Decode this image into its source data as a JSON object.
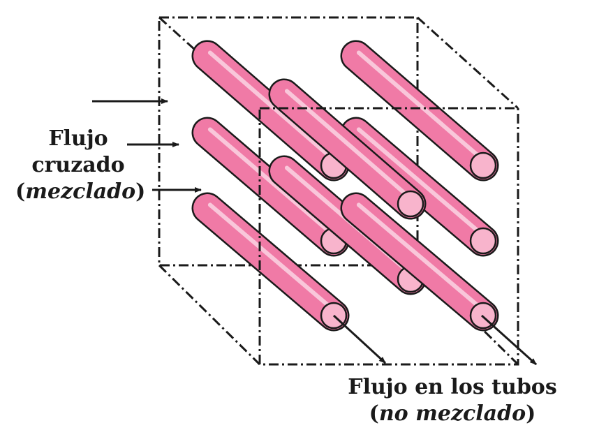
{
  "labels": {
    "cross_flow": {
      "line1": "Flujo",
      "line2": "cruzado",
      "line3_open": "(",
      "line3_italic": "mezclado",
      "line3_close": ")"
    },
    "tube_flow": {
      "line1": "Flujo en los tubos",
      "line2_open": "(",
      "line2_italic": "no mezclado",
      "line2_close": ")"
    }
  },
  "colors": {
    "tube_body": "#f07aa6",
    "tube_highlight": "#fbd0e0",
    "tube_end": "#f8b4cc",
    "tube_outline": "#1a1a1a",
    "box_lines": "#1a1a1a",
    "background": "#ffffff"
  }
}
